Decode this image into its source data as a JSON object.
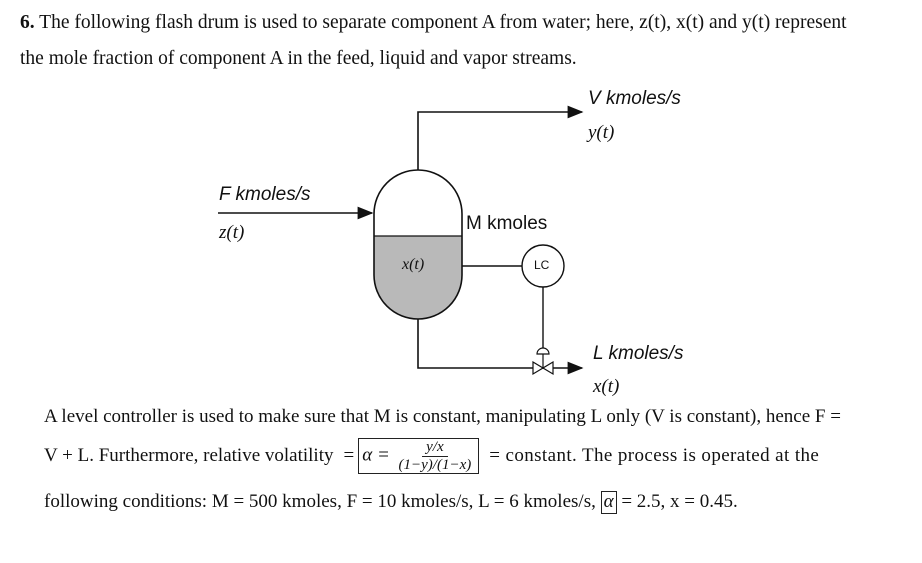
{
  "question": {
    "number": "6.",
    "line1": "The following flash drum is used to separate component A from water; here, z(t), x(t) and y(t) represent",
    "line2": "the mole fraction of component A in the feed, liquid and vapor streams."
  },
  "diagram": {
    "feed_flow": "F kmoles/s",
    "feed_comp": "z(t)",
    "vapor_flow": "V kmoles/s",
    "vapor_comp": "y(t)",
    "holdup": "M kmoles",
    "liquid_comp_in_drum": "x(t)",
    "controller": "LC",
    "liquid_flow": "L kmoles/s",
    "liquid_comp": "x(t)"
  },
  "paragraph": {
    "line1": "A level controller is used to make sure that M is constant, manipulating L only (V is constant), hence F =",
    "line2_a": "V + L. Furthermore, relative volatility",
    "line2_eq": "=",
    "alpha_label": "α =",
    "frac_num": "y/x",
    "frac_den": "(1−y)/(1−x)",
    "line2_b": "= constant. The process is operated at the",
    "line3_a": "following conditions: M = 500 kmoles, F = 10 kmoles/s, L = 6 kmoles/s,",
    "alpha_symbol": "α",
    "line3_b": "= 2.5, x = 0.45."
  },
  "colors": {
    "liquid_fill": "#b9b9b9",
    "ink": "#111111"
  }
}
